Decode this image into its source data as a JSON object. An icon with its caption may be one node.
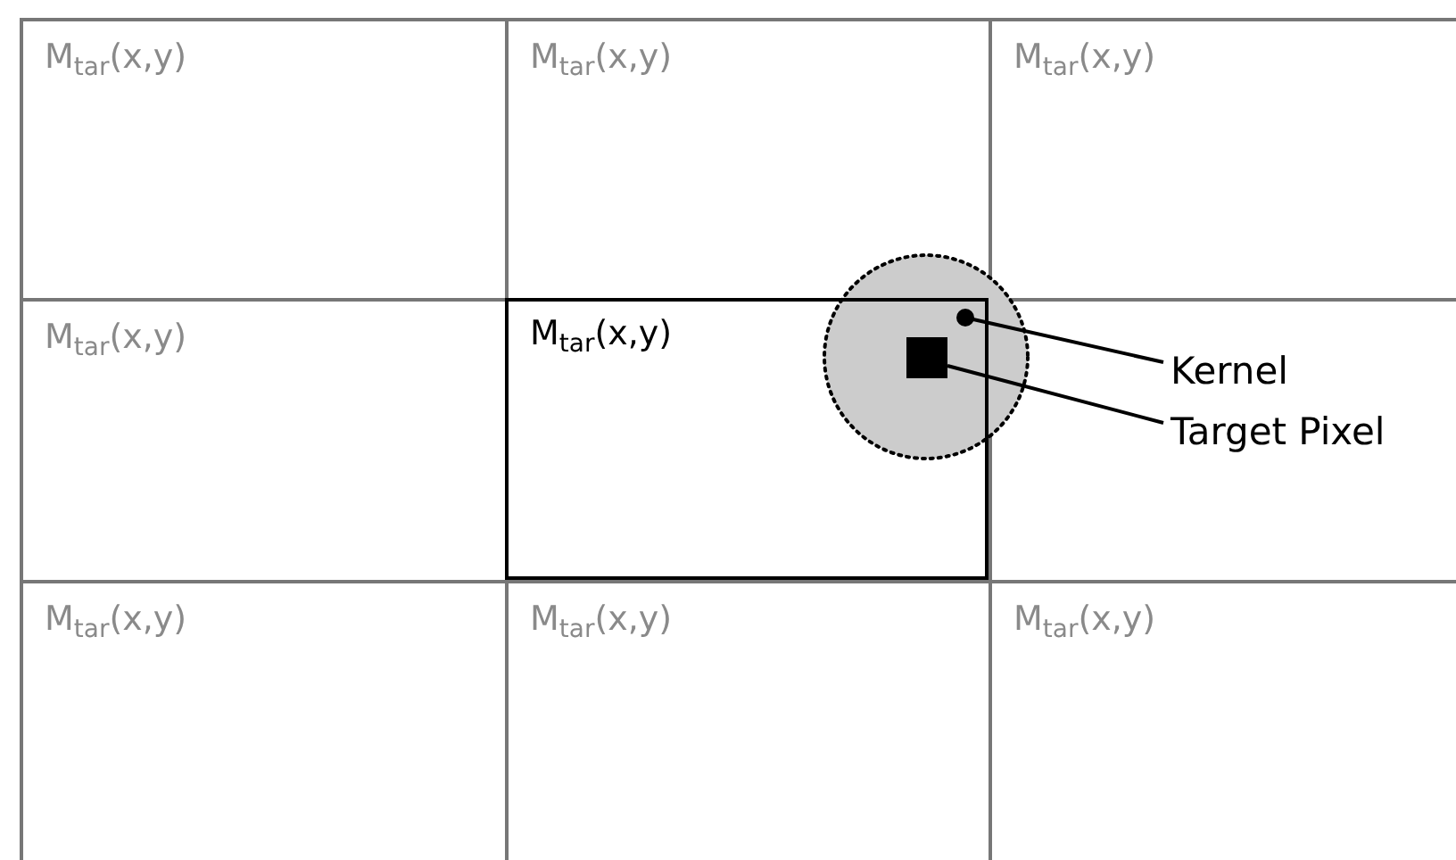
{
  "diagram": {
    "nodes": [
      {
        "text": [
          "M$_{tar}$(x,y)"
        ]
      },
      {
        "text": [
          "M$_{tar}$(x,y)"
        ]
      },
      {
        "text": [
          "M$_{tar}$(x,y)"
        ]
      },
      {
        "text": [
          "M$_{tar}$(x,y)"
        ]
      },
      {
        "text": [
          "M$_{tar}$(x,y)"
        ]
      },
      {
        "text": [],
        "shape": "box"
      },
      {
        "text": [
          "M$_{tar}$(x,y)"
        ]
      },
      {
        "text": [
          "M$_{tar}$(x,y)"
        ]
      },
      {
        "text": [
          "M$_{tar}$(x,y)"
        ]
      },
      {
        "text": [],
        "shape": "circle"
      },
      {
        "text": [],
        "shape": "box"
      },
      {
        "text": [
          "Kernel"
        ],
        "in": 5
      },
      {
        "text": [
          "Target Pixel"
        ],
        "in": 5
      }
    ],
    "edges": [
      {
        "from": 11,
        "to": 9,
        "arrow": "other"
      },
      {
        "from": 12,
        "to": 10,
        "arrow": "none"
      }
    ]
  }
}
